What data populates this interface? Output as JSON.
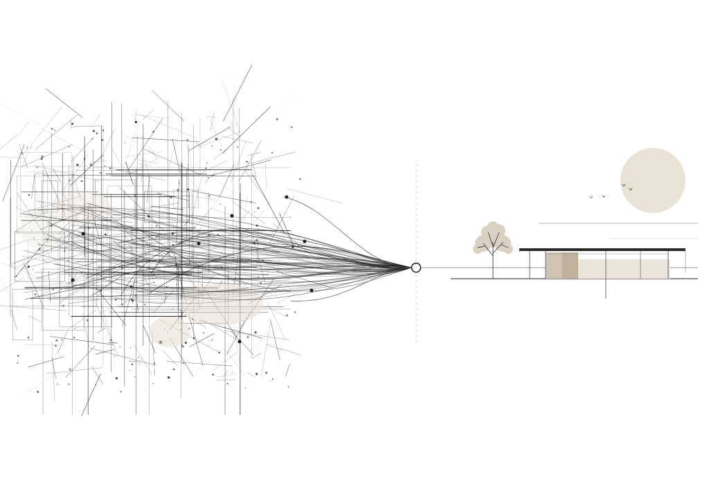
{
  "palette": {
    "background": "#ffffff",
    "ink": "#1a1a1a",
    "ink_light": "#8a8a8a",
    "sand": "#e8e0d4",
    "sand_dark": "#cfc4b3",
    "sun": "#ebe2d6"
  },
  "scene": {
    "left_motif": "chaotic-line-network",
    "center_motif": "convergence-node",
    "right_motif": "calm-architectural-elevation",
    "elements": {
      "tree": "tree-icon",
      "sun": "sun-disc",
      "birds": "bird-icon",
      "pavilion": "flat-roof-pavilion"
    }
  }
}
